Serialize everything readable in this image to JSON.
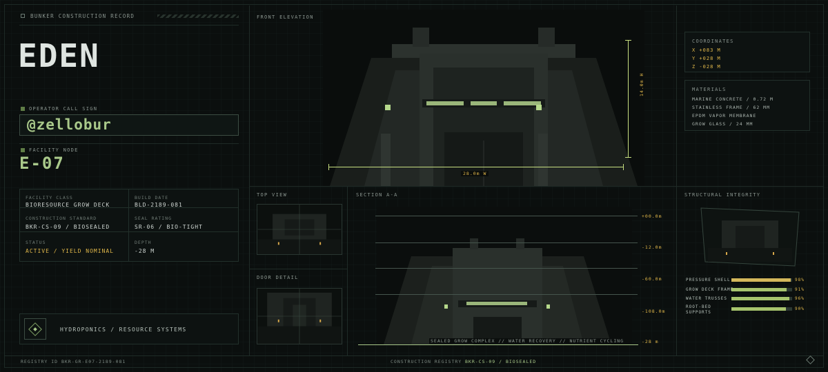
{
  "header": {
    "record_label": "BUNKER CONSTRUCTION RECORD"
  },
  "identity": {
    "title": "EDEN",
    "operator_label": "OPERATOR CALL SIGN",
    "call_sign": "@zellobur",
    "node_label": "FACILITY NODE",
    "node": "E-07"
  },
  "specs": [
    {
      "key": "FACILITY CLASS",
      "value": "BIORESOURCE GROW DECK"
    },
    {
      "key": "BUILD DATE",
      "value": "BLD-2189-081"
    },
    {
      "key": "CONSTRUCTION STANDARD",
      "value": "BKR-CS-09 / BIOSEALED"
    },
    {
      "key": "SEAL RATING",
      "value": "SR-06 / BIO-TIGHT"
    },
    {
      "key": "STATUS",
      "value": "ACTIVE / YIELD NOMINAL"
    },
    {
      "key": "DEPTH",
      "value": "-28 m"
    }
  ],
  "systems_label": "HYDROPONICS / RESOURCE SYSTEMS",
  "elevation": {
    "label": "FRONT ELEVATION",
    "height_dim": "14.0m H",
    "width_dim": "28.0m W"
  },
  "coordinates": {
    "label": "COORDINATES",
    "x": "X +083 M",
    "y": "Y +028 M",
    "z": "Z -028 M"
  },
  "materials": {
    "label": "MATERIALS",
    "items": [
      "MARINE CONCRETE / 0.72 M",
      "STAINLESS FRAME / 62 MM",
      "EPDM VAPOR MEMBRANE",
      "GROW GLASS / 24 MM"
    ]
  },
  "top_view": {
    "label": "TOP VIEW"
  },
  "door_detail": {
    "label": "DOOR DETAIL"
  },
  "section": {
    "label": "SECTION A-A",
    "levels": [
      "+00.0m",
      "-12.0m",
      "-60.0m",
      "-108.0m",
      "-28 m"
    ],
    "caption": "SEALED GROW COMPLEX // WATER RECOVERY // NUTRIENT CYCLING"
  },
  "integrity": {
    "label": "STRUCTURAL INTEGRITY",
    "bars": [
      {
        "name": "PRESSURE SHELL",
        "value": 98,
        "display": "98%",
        "color": "#d3b75b"
      },
      {
        "name": "GROW DECK FRAME",
        "value": 91,
        "display": "91%",
        "color": "#a7c46d"
      },
      {
        "name": "WATER TRUSSES",
        "value": 96,
        "display": "96%",
        "color": "#a7c46d"
      },
      {
        "name": "ROOT-BED SUPPORTS",
        "value": 90,
        "display": "90%",
        "color": "#a7c46d"
      }
    ]
  },
  "footer": {
    "registry_id": "REGISTRY ID  BKR-GR-E07-2189-081",
    "construction_label": "CONSTRUCTION REGISTRY",
    "construction_value": "BKR-CS-09 / BIOSEALED"
  },
  "colors": {
    "accent": "#a9c98a",
    "amber": "#e0b74a",
    "background": "#0b0f0e"
  }
}
